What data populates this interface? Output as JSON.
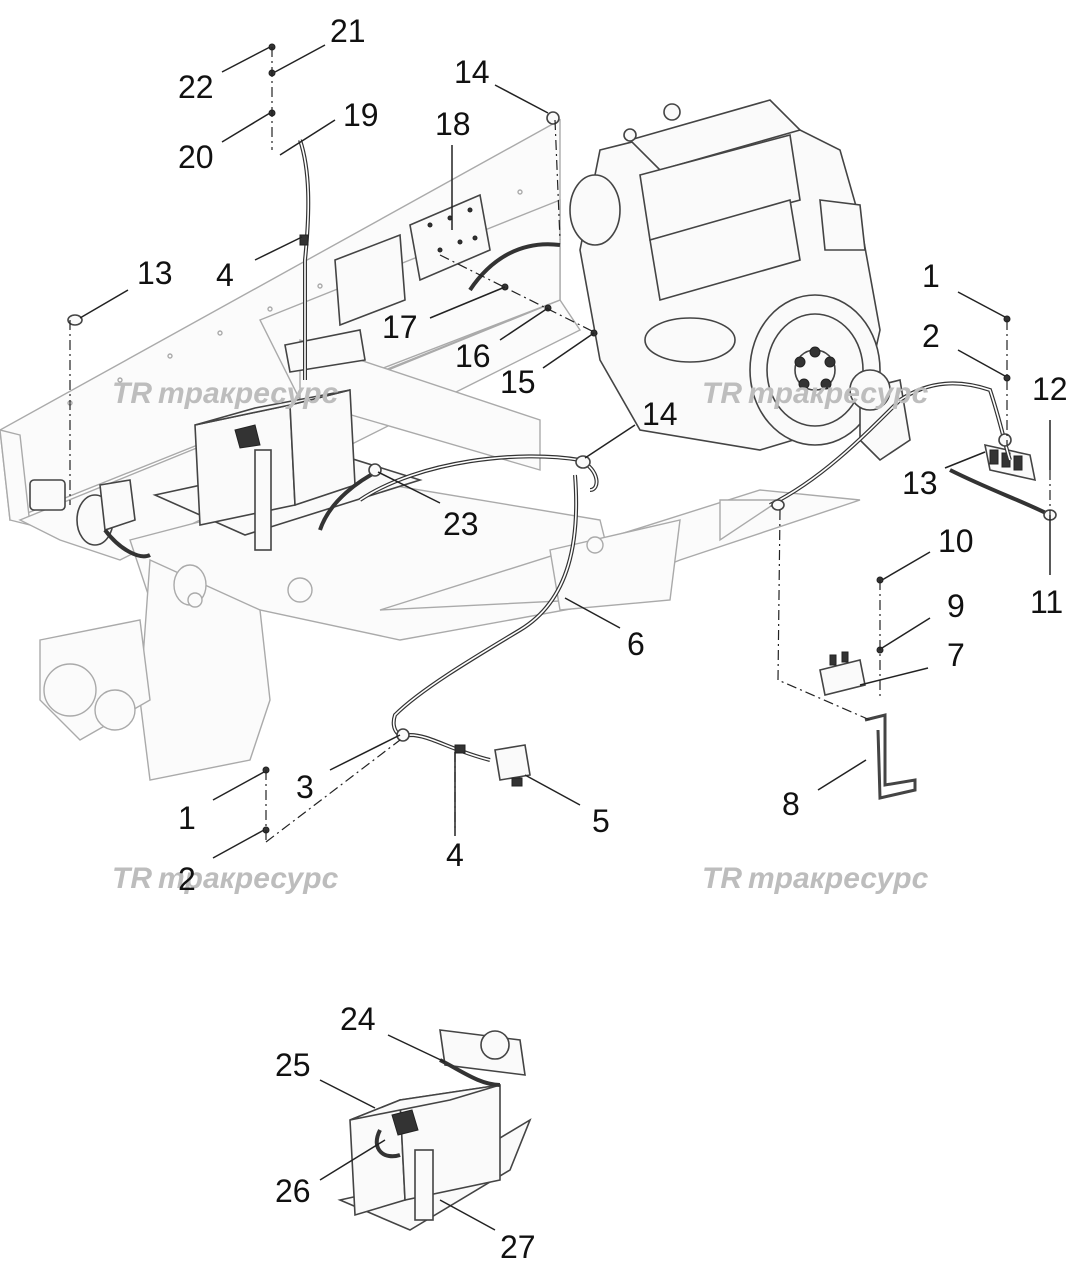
{
  "watermark": {
    "text": "трaкресурс",
    "mark": "TR"
  },
  "callouts": [
    {
      "id": "c21",
      "text": "21"
    },
    {
      "id": "c22",
      "text": "22"
    },
    {
      "id": "c19",
      "text": "19"
    },
    {
      "id": "c20",
      "text": "20"
    },
    {
      "id": "c14a",
      "text": "14"
    },
    {
      "id": "c18",
      "text": "18"
    },
    {
      "id": "c13a",
      "text": "13"
    },
    {
      "id": "c4a",
      "text": "4"
    },
    {
      "id": "c17",
      "text": "17"
    },
    {
      "id": "c16",
      "text": "16"
    },
    {
      "id": "c15",
      "text": "15"
    },
    {
      "id": "c14b",
      "text": "14"
    },
    {
      "id": "c23",
      "text": "23"
    },
    {
      "id": "c6",
      "text": "6"
    },
    {
      "id": "c1a",
      "text": "1"
    },
    {
      "id": "c2a",
      "text": "2"
    },
    {
      "id": "c12",
      "text": "12"
    },
    {
      "id": "c13b",
      "text": "13"
    },
    {
      "id": "c11",
      "text": "11"
    },
    {
      "id": "c10",
      "text": "10"
    },
    {
      "id": "c9",
      "text": "9"
    },
    {
      "id": "c7",
      "text": "7"
    },
    {
      "id": "c8",
      "text": "8"
    },
    {
      "id": "c3",
      "text": "3"
    },
    {
      "id": "c1b",
      "text": "1"
    },
    {
      "id": "c2b",
      "text": "2"
    },
    {
      "id": "c5",
      "text": "5"
    },
    {
      "id": "c4b",
      "text": "4"
    },
    {
      "id": "c24",
      "text": "24"
    },
    {
      "id": "c25",
      "text": "25"
    },
    {
      "id": "c26",
      "text": "26"
    },
    {
      "id": "c27",
      "text": "27"
    }
  ]
}
